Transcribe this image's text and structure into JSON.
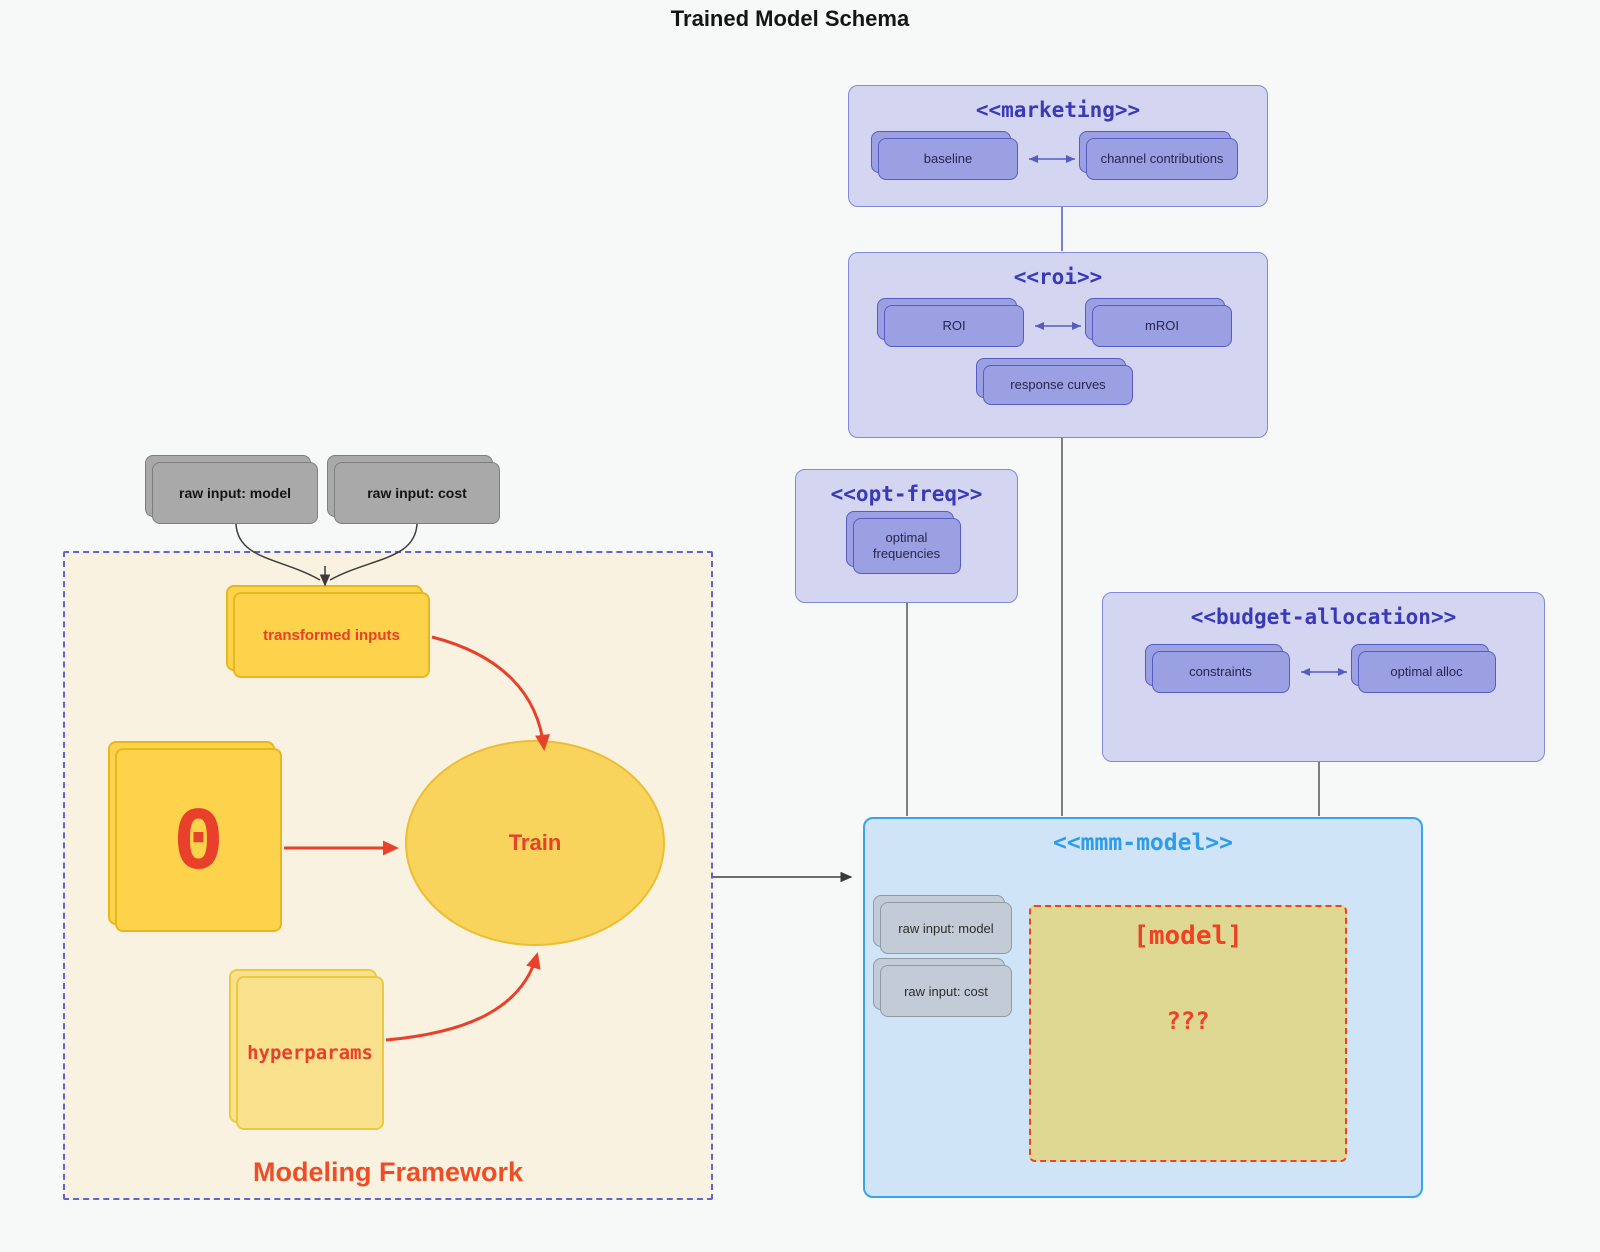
{
  "title": "Trained Model Schema",
  "framework": {
    "label": "Modeling Framework",
    "raw_inputs": [
      "raw input: model",
      "raw input: cost"
    ],
    "transformed_inputs": "transformed inputs",
    "theta": "Θ",
    "train": "Train",
    "hyperparams": "hyperparams"
  },
  "marketing": {
    "title": "<<marketing>>",
    "baseline": "baseline",
    "channel_contributions": "channel contributions"
  },
  "roi": {
    "title": "<<roi>>",
    "roi": "ROI",
    "mroi": "mROI",
    "response_curves": "response curves"
  },
  "opt_freq": {
    "title": "<<opt-freq>>",
    "optimal_frequencies": "optimal frequencies"
  },
  "budget_allocation": {
    "title": "<<budget-allocation>>",
    "constraints": "constraints",
    "optimal_alloc": "optimal alloc"
  },
  "mmm_model": {
    "title": "<<mmm-model>>",
    "raw_inputs": [
      "raw input: model",
      "raw input: cost"
    ],
    "model_label": "[model]",
    "model_placeholder": "???"
  },
  "colors": {
    "background": "#f7f8f8",
    "container_fill": "#d3d5f1",
    "container_border": "#8289d8",
    "container_title": "#3a3ab8",
    "node_fill": "#9aa0e2",
    "node_border": "#565cc4",
    "mmm_fill": "#cfe4f7",
    "mmm_border": "#38a3ee",
    "mmm_title": "#2d9cec",
    "model_box_fill": "#ded893",
    "model_box_border": "#ee4224",
    "framework_fill": "#f9f2e0",
    "framework_border": "#5f64d2",
    "framework_label": "#ee4e26",
    "yellow_fill": "#fcd34b",
    "yellow_border": "#eab61e",
    "hyper_fill": "#f9e18e",
    "red_accent": "#e8402a",
    "gray_node_fill": "#a9a9a9",
    "mmm_input_fill": "#c3ccd6",
    "connector_dark": "#3c3c3c",
    "connector_purple": "#7b80d4"
  }
}
